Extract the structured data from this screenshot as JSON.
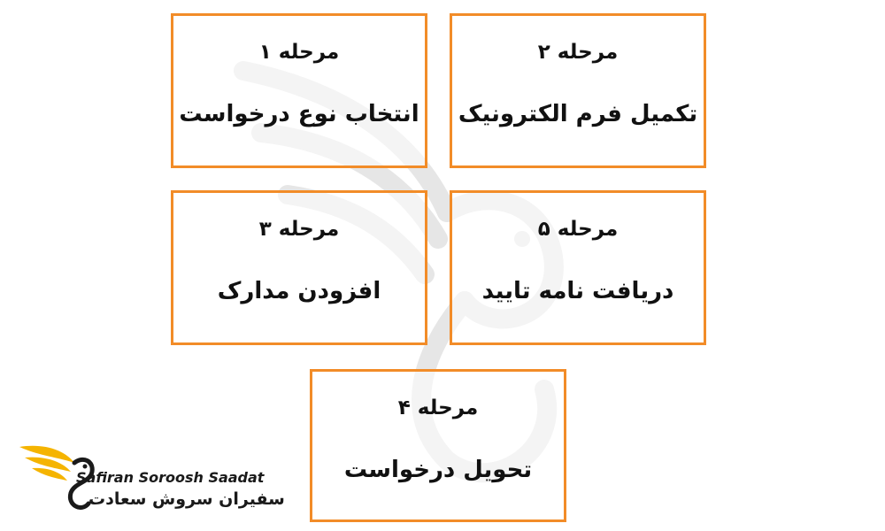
{
  "steps": [
    {
      "stage": "مرحله ۱",
      "desc": "انتخاب نوع درخواست"
    },
    {
      "stage": "مرحله ۲",
      "desc": "تکمیل فرم الکترونیک"
    },
    {
      "stage": "مرحله ۳",
      "desc": "افزودن مدارک"
    },
    {
      "stage": "مرحله ۵",
      "desc": "دریافت نامه تایید"
    },
    {
      "stage": "مرحله ۴",
      "desc": "تحویل درخواست"
    }
  ],
  "logo": {
    "en": "Safiran Soroosh Saadat",
    "fa": "سفیران سروش سعادت"
  },
  "colors": {
    "box_border": "#f28c28",
    "logo_gold": "#f5b400"
  }
}
